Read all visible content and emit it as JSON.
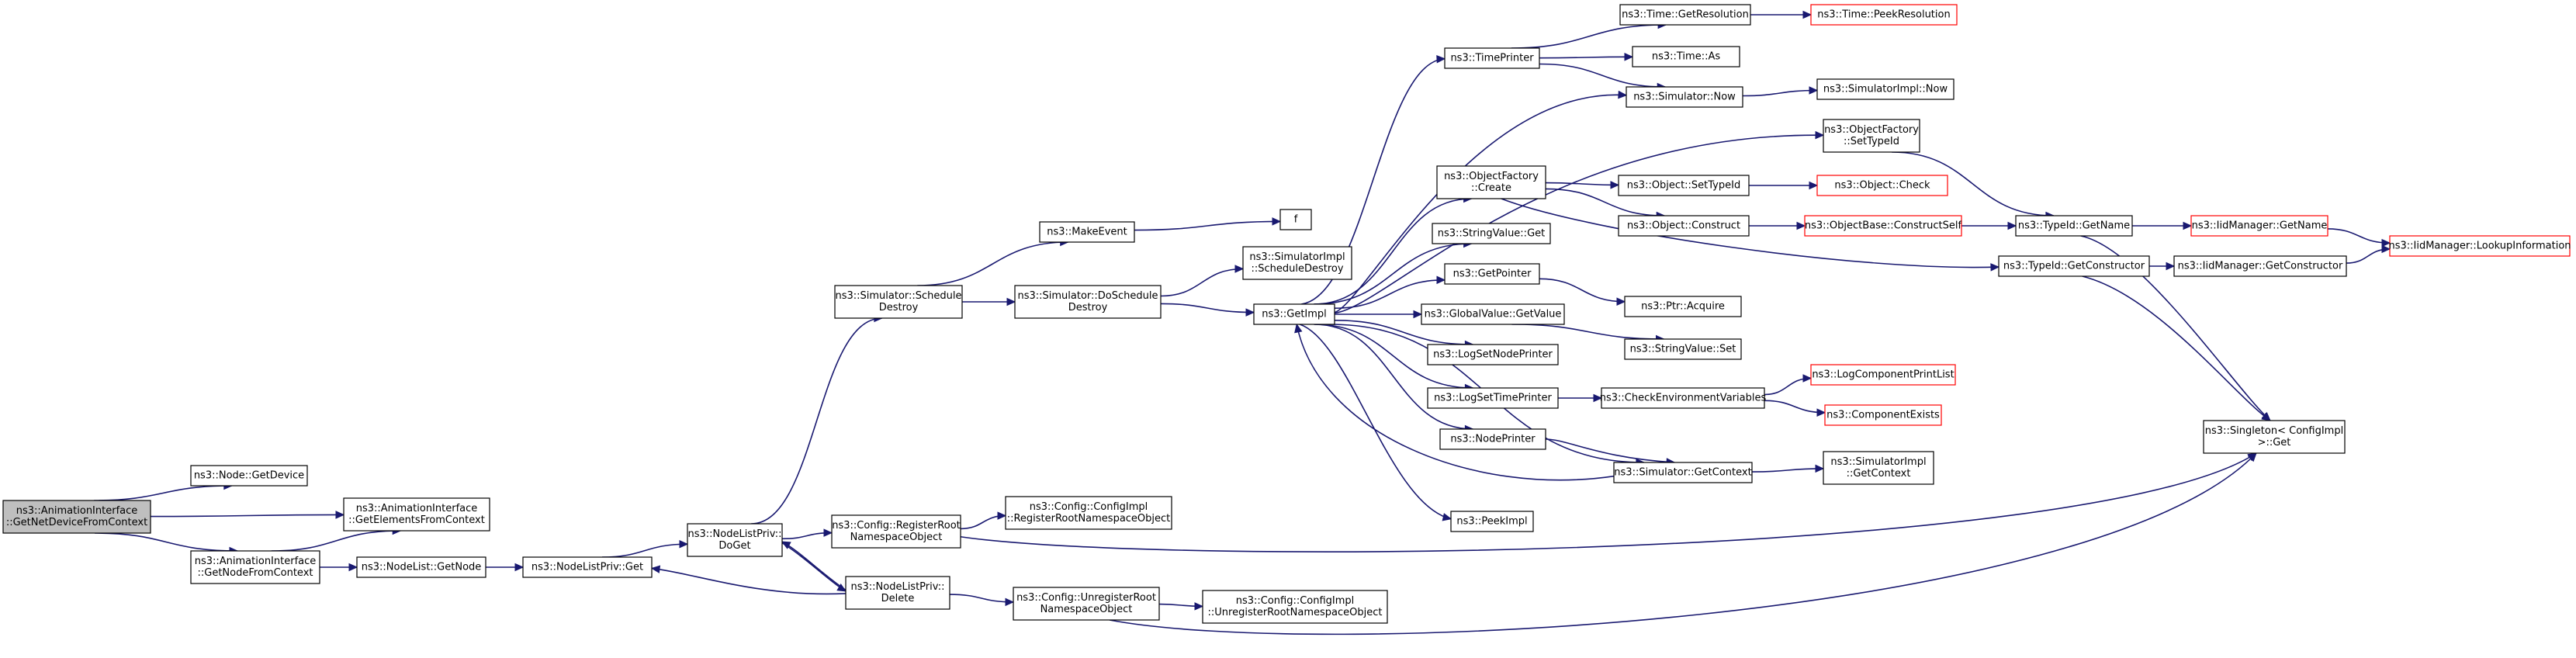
{
  "nodes": [
    {
      "id": "root",
      "lines": [
        "ns3::AnimationInterface",
        "::GetNetDeviceFromContext"
      ],
      "style": "root"
    },
    {
      "id": "getdevice",
      "lines": [
        "ns3::Node::GetDevice"
      ],
      "style": "normal"
    },
    {
      "id": "getelements",
      "lines": [
        "ns3::AnimationInterface",
        "::GetElementsFromContext"
      ],
      "style": "normal"
    },
    {
      "id": "getnodefromctx",
      "lines": [
        "ns3::AnimationInterface",
        "::GetNodeFromContext"
      ],
      "style": "normal"
    },
    {
      "id": "nodelistgetnode",
      "lines": [
        "ns3::NodeList::GetNode"
      ],
      "style": "normal"
    },
    {
      "id": "nlpget",
      "lines": [
        "ns3::NodeListPriv::Get"
      ],
      "style": "normal"
    },
    {
      "id": "nlpdoget",
      "lines": [
        "ns3::NodeListPriv::",
        "DoGet"
      ],
      "style": "normal"
    },
    {
      "id": "schedDestroy",
      "lines": [
        "ns3::Simulator::Schedule",
        "Destroy"
      ],
      "style": "normal"
    },
    {
      "id": "cfgRegister",
      "lines": [
        "ns3::Config::RegisterRoot",
        "NamespaceObject"
      ],
      "style": "normal"
    },
    {
      "id": "nlpdelete",
      "lines": [
        "ns3::NodeListPriv::",
        "Delete"
      ],
      "style": "normal"
    },
    {
      "id": "makeevent",
      "lines": [
        "ns3::MakeEvent"
      ],
      "style": "normal"
    },
    {
      "id": "doSchedDestroy",
      "lines": [
        "ns3::Simulator::DoSchedule",
        "Destroy"
      ],
      "style": "normal"
    },
    {
      "id": "cfgImplRegister",
      "lines": [
        "ns3::Config::ConfigImpl",
        "::RegisterRootNamespaceObject"
      ],
      "style": "normal"
    },
    {
      "id": "cfgUnregister",
      "lines": [
        "ns3::Config::UnregisterRoot",
        "NamespaceObject"
      ],
      "style": "normal"
    },
    {
      "id": "f",
      "lines": [
        "f"
      ],
      "style": "normal"
    },
    {
      "id": "simImplSchedDestroy",
      "lines": [
        "ns3::SimulatorImpl",
        "::ScheduleDestroy"
      ],
      "style": "normal"
    },
    {
      "id": "getimpl",
      "lines": [
        "ns3::GetImpl"
      ],
      "style": "normal"
    },
    {
      "id": "cfgImplUnregister",
      "lines": [
        "ns3::Config::ConfigImpl",
        "::UnregisterRootNamespaceObject"
      ],
      "style": "normal"
    },
    {
      "id": "timeprinter",
      "lines": [
        "ns3::TimePrinter"
      ],
      "style": "normal"
    },
    {
      "id": "objfactCreate",
      "lines": [
        "ns3::ObjectFactory",
        "::Create"
      ],
      "style": "normal"
    },
    {
      "id": "strvalget",
      "lines": [
        "ns3::StringValue::Get"
      ],
      "style": "normal"
    },
    {
      "id": "getpointer",
      "lines": [
        "ns3::GetPointer"
      ],
      "style": "normal"
    },
    {
      "id": "globalvalget",
      "lines": [
        "ns3::GlobalValue::GetValue"
      ],
      "style": "normal"
    },
    {
      "id": "logsetnodeprinter",
      "lines": [
        "ns3::LogSetNodePrinter"
      ],
      "style": "normal"
    },
    {
      "id": "logsettimeprinter",
      "lines": [
        "ns3::LogSetTimePrinter"
      ],
      "style": "normal"
    },
    {
      "id": "nodeprinter",
      "lines": [
        "ns3::NodePrinter"
      ],
      "style": "normal"
    },
    {
      "id": "peekimpl",
      "lines": [
        "ns3::PeekImpl"
      ],
      "style": "normal"
    },
    {
      "id": "timeGetRes",
      "lines": [
        "ns3::Time::GetResolution"
      ],
      "style": "normal"
    },
    {
      "id": "timeAs",
      "lines": [
        "ns3::Time::As"
      ],
      "style": "normal"
    },
    {
      "id": "simNow",
      "lines": [
        "ns3::Simulator::Now"
      ],
      "style": "normal"
    },
    {
      "id": "objfactSetTypeId",
      "lines": [
        "ns3::ObjectFactory",
        "::SetTypeId"
      ],
      "style": "normal"
    },
    {
      "id": "objSetTypeId",
      "lines": [
        "ns3::Object::SetTypeId"
      ],
      "style": "normal"
    },
    {
      "id": "objConstruct",
      "lines": [
        "ns3::Object::Construct"
      ],
      "style": "normal"
    },
    {
      "id": "typeidGetCtor",
      "lines": [
        "ns3::TypeId::GetConstructor"
      ],
      "style": "normal"
    },
    {
      "id": "ptrAcquire",
      "lines": [
        "ns3::Ptr::Acquire"
      ],
      "style": "normal"
    },
    {
      "id": "strvalSet",
      "lines": [
        "ns3::StringValue::Set"
      ],
      "style": "normal"
    },
    {
      "id": "checkEnv",
      "lines": [
        "ns3::CheckEnvironmentVariables"
      ],
      "style": "normal"
    },
    {
      "id": "simGetContext",
      "lines": [
        "ns3::Simulator::GetContext"
      ],
      "style": "normal"
    },
    {
      "id": "timePeekRes",
      "lines": [
        "ns3::Time::PeekResolution"
      ],
      "style": "red"
    },
    {
      "id": "simImplNow",
      "lines": [
        "ns3::SimulatorImpl::Now"
      ],
      "style": "normal"
    },
    {
      "id": "objCheck",
      "lines": [
        "ns3::Object::Check"
      ],
      "style": "red"
    },
    {
      "id": "objbaseConstructSelf",
      "lines": [
        "ns3::ObjectBase::ConstructSelf"
      ],
      "style": "red"
    },
    {
      "id": "typeidGetName",
      "lines": [
        "ns3::TypeId::GetName"
      ],
      "style": "normal"
    },
    {
      "id": "logCompPrintList",
      "lines": [
        "ns3::LogComponentPrintList"
      ],
      "style": "red"
    },
    {
      "id": "compExists",
      "lines": [
        "ns3::ComponentExists"
      ],
      "style": "red"
    },
    {
      "id": "simImplGetContext",
      "lines": [
        "ns3::SimulatorImpl",
        "::GetContext"
      ],
      "style": "normal"
    },
    {
      "id": "iidGetName",
      "lines": [
        "ns3::IidManager::GetName"
      ],
      "style": "red"
    },
    {
      "id": "iidGetCtor",
      "lines": [
        "ns3::IidManager::GetConstructor"
      ],
      "style": "normal"
    },
    {
      "id": "iidLookup",
      "lines": [
        "ns3::IidManager::LookupInformation"
      ],
      "style": "red"
    },
    {
      "id": "singletonGet",
      "lines": [
        "ns3::Singleton< ConfigImpl",
        " >::Get"
      ],
      "style": "normal"
    }
  ],
  "edges": [
    {
      "from": "root",
      "to": "getdevice"
    },
    {
      "from": "root",
      "to": "getelements"
    },
    {
      "from": "root",
      "to": "getnodefromctx"
    },
    {
      "from": "getnodefromctx",
      "to": "getelements"
    },
    {
      "from": "getnodefromctx",
      "to": "nodelistgetnode"
    },
    {
      "from": "nodelistgetnode",
      "to": "nlpget"
    },
    {
      "from": "nlpget",
      "to": "nlpdoget"
    },
    {
      "from": "nlpdoget",
      "to": "schedDestroy"
    },
    {
      "from": "nlpdoget",
      "to": "cfgRegister"
    },
    {
      "from": "nlpdoget",
      "to": "nlpdelete"
    },
    {
      "from": "nlpdelete",
      "to": "nlpdoget"
    },
    {
      "from": "nlpdelete",
      "to": "nlpget"
    },
    {
      "from": "nlpdelete",
      "to": "cfgUnregister"
    },
    {
      "from": "schedDestroy",
      "to": "makeevent"
    },
    {
      "from": "schedDestroy",
      "to": "doSchedDestroy"
    },
    {
      "from": "makeevent",
      "to": "f"
    },
    {
      "from": "doSchedDestroy",
      "to": "simImplSchedDestroy"
    },
    {
      "from": "doSchedDestroy",
      "to": "getimpl"
    },
    {
      "from": "cfgRegister",
      "to": "cfgImplRegister"
    },
    {
      "from": "cfgRegister",
      "to": "singletonGet"
    },
    {
      "from": "cfgUnregister",
      "to": "cfgImplUnregister"
    },
    {
      "from": "cfgUnregister",
      "to": "singletonGet"
    },
    {
      "from": "getimpl",
      "to": "timeprinter"
    },
    {
      "from": "getimpl",
      "to": "simNow"
    },
    {
      "from": "getimpl",
      "to": "objfactSetTypeId"
    },
    {
      "from": "getimpl",
      "to": "objfactCreate"
    },
    {
      "from": "getimpl",
      "to": "strvalget"
    },
    {
      "from": "getimpl",
      "to": "getpointer"
    },
    {
      "from": "getimpl",
      "to": "globalvalget"
    },
    {
      "from": "getimpl",
      "to": "logsetnodeprinter"
    },
    {
      "from": "getimpl",
      "to": "logsettimeprinter"
    },
    {
      "from": "getimpl",
      "to": "nodeprinter"
    },
    {
      "from": "getimpl",
      "to": "simGetContext"
    },
    {
      "from": "getimpl",
      "to": "peekimpl"
    },
    {
      "from": "simGetContext",
      "to": "getimpl"
    },
    {
      "from": "timeprinter",
      "to": "timeGetRes"
    },
    {
      "from": "timeprinter",
      "to": "timeAs"
    },
    {
      "from": "timeprinter",
      "to": "simNow"
    },
    {
      "from": "timeGetRes",
      "to": "timePeekRes"
    },
    {
      "from": "simNow",
      "to": "simImplNow"
    },
    {
      "from": "objfactSetTypeId",
      "to": "typeidGetName"
    },
    {
      "from": "objfactCreate",
      "to": "objSetTypeId"
    },
    {
      "from": "objfactCreate",
      "to": "objConstruct"
    },
    {
      "from": "objfactCreate",
      "to": "typeidGetCtor"
    },
    {
      "from": "objSetTypeId",
      "to": "objCheck"
    },
    {
      "from": "objConstruct",
      "to": "objbaseConstructSelf"
    },
    {
      "from": "objbaseConstructSelf",
      "to": "typeidGetName"
    },
    {
      "from": "typeidGetName",
      "to": "iidGetName"
    },
    {
      "from": "typeidGetName",
      "to": "singletonGet"
    },
    {
      "from": "iidGetName",
      "to": "iidLookup"
    },
    {
      "from": "typeidGetCtor",
      "to": "iidGetCtor"
    },
    {
      "from": "typeidGetCtor",
      "to": "singletonGet"
    },
    {
      "from": "iidGetCtor",
      "to": "iidLookup"
    },
    {
      "from": "getpointer",
      "to": "ptrAcquire"
    },
    {
      "from": "globalvalget",
      "to": "strvalSet"
    },
    {
      "from": "logsettimeprinter",
      "to": "checkEnv"
    },
    {
      "from": "checkEnv",
      "to": "logCompPrintList"
    },
    {
      "from": "checkEnv",
      "to": "compExists"
    },
    {
      "from": "nodeprinter",
      "to": "simGetContext"
    },
    {
      "from": "simGetContext",
      "to": "simImplGetContext"
    }
  ],
  "colors": {
    "edge": "#191970",
    "node_border": "#000000",
    "node_fill": "#ffffff",
    "root_fill": "#bfbfbf",
    "red_border": "#ff0000"
  }
}
